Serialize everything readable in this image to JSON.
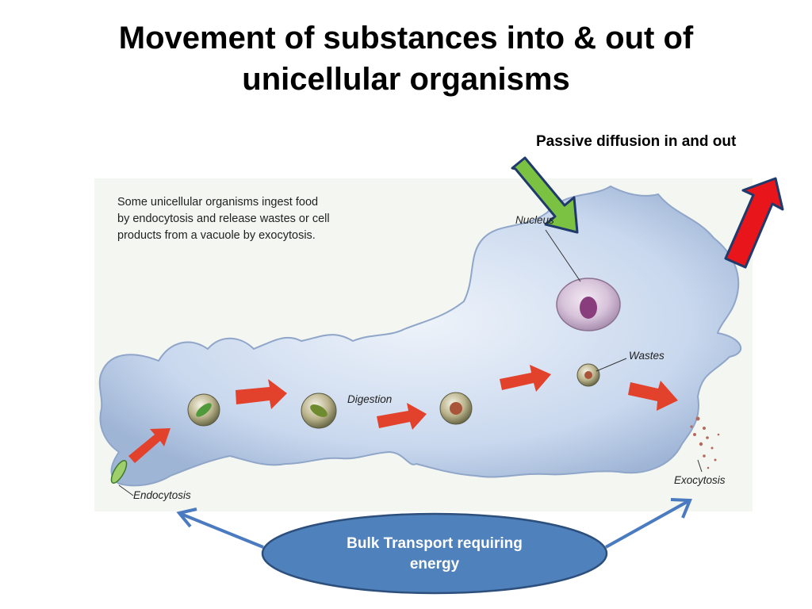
{
  "slide": {
    "title_line1": "Movement of substances into & out of",
    "title_line2": "unicellular organisms",
    "passive_label": "Passive diffusion in and out",
    "bulk_label": "Bulk Transport requiring energy"
  },
  "figure": {
    "caption_line1": "Some unicellular organisms ingest food",
    "caption_line2": "by endocytosis and release wastes or cell",
    "caption_line3": "products from a vacuole by exocytosis.",
    "labels": {
      "nucleus": "Nucleus",
      "wastes": "Wastes",
      "digestion": "Digestion",
      "endocytosis": "Endocytosis",
      "exocytosis": "Exocytosis"
    }
  },
  "colors": {
    "cell_fill": "#c9d8ee",
    "green_arrow": "#7cc242",
    "red_arrow": "#e8151b",
    "blue_arrow": "#4a7abf",
    "ellipse_fill": "#4f81bd"
  }
}
